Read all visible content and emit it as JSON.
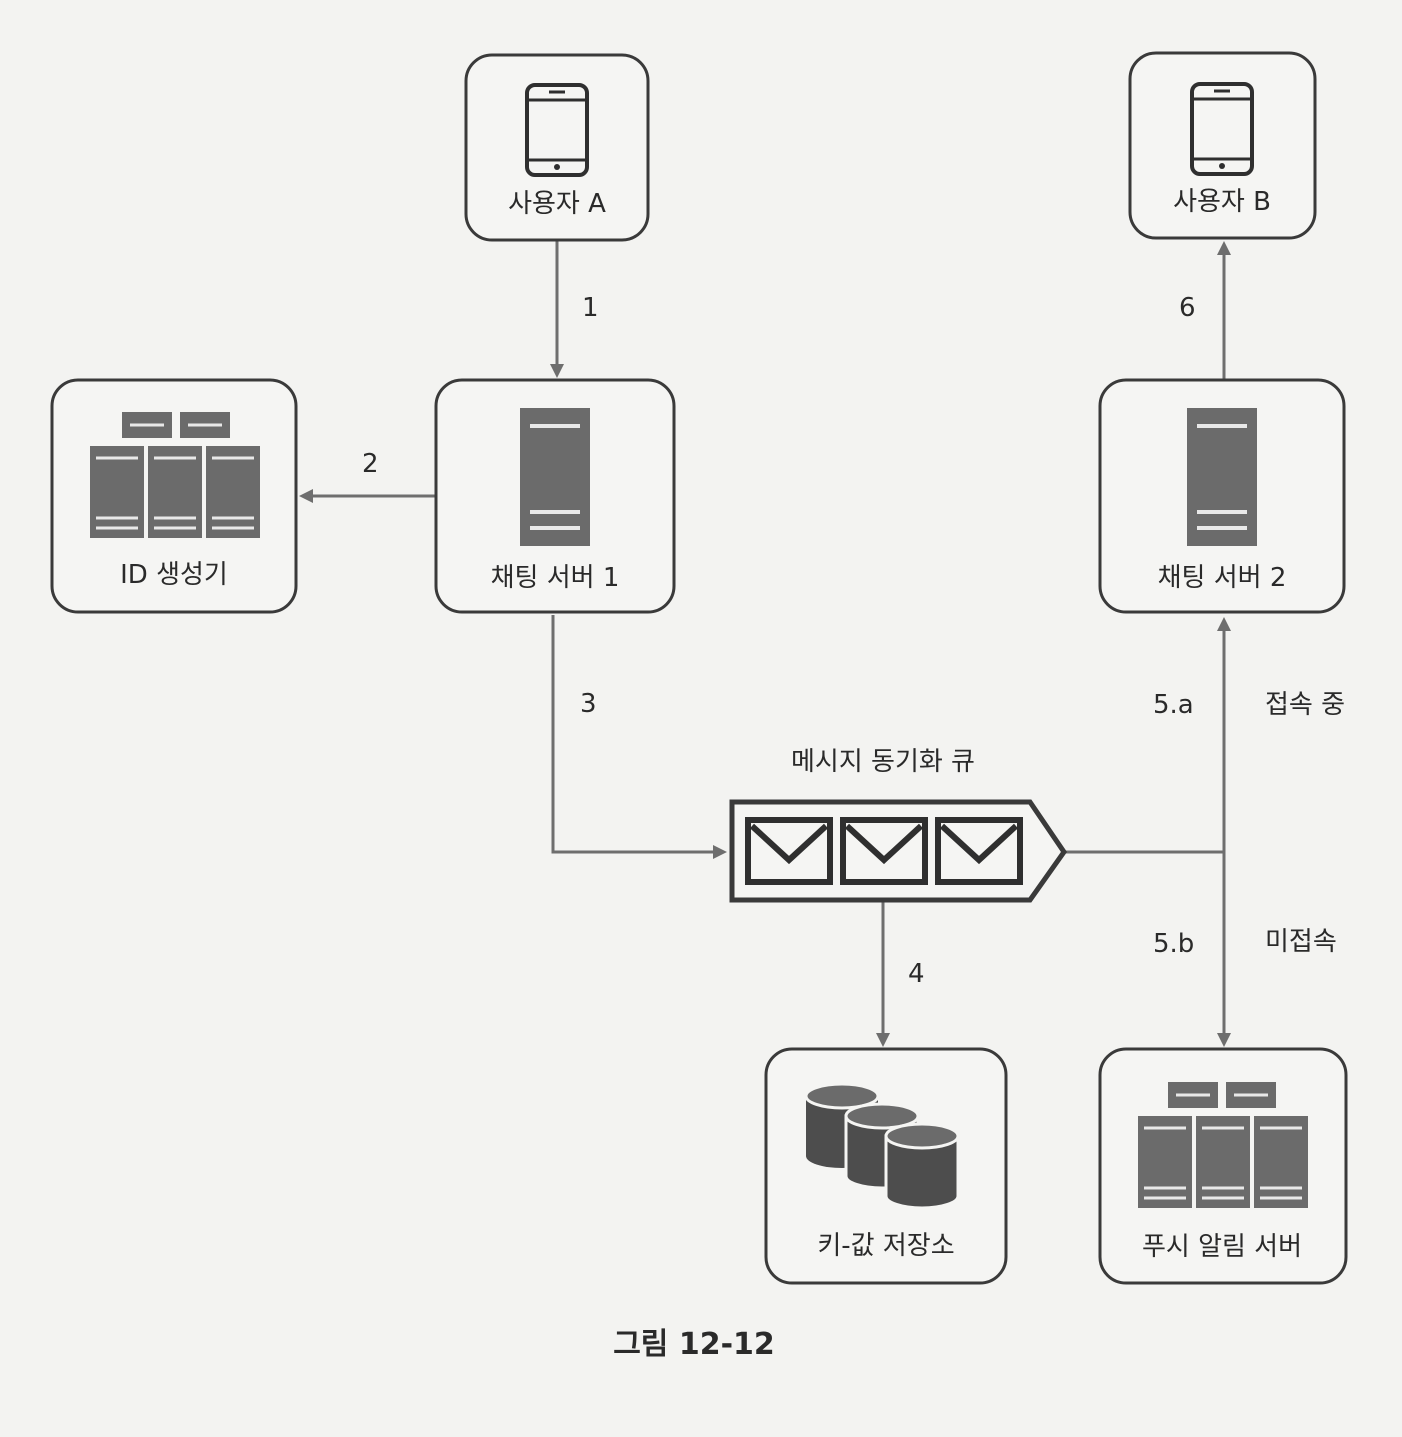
{
  "nodes": {
    "user_a": "사용자 A",
    "user_b": "사용자 B",
    "chat_server_1": "채팅 서버 1",
    "chat_server_2": "채팅 서버 2",
    "id_generator": "ID 생성기",
    "message_queue": "메시지 동기화 큐",
    "kv_store": "키-값 저장소",
    "push_server": "푸시 알림 서버"
  },
  "edges": {
    "step1": "1",
    "step2": "2",
    "step3": "3",
    "step4": "4",
    "step5a": "5.a",
    "step5a_note": "접속 중",
    "step5b": "5.b",
    "step5b_note": "미접속",
    "step6": "6"
  },
  "caption": "그림 12-12",
  "colors": {
    "stroke": "#3a3a3a",
    "arrow": "#6e6e6e",
    "icon_fill": "#6b6b6b",
    "icon_dark": "#4d4d4d",
    "box_fill": "#f5f5f3"
  }
}
